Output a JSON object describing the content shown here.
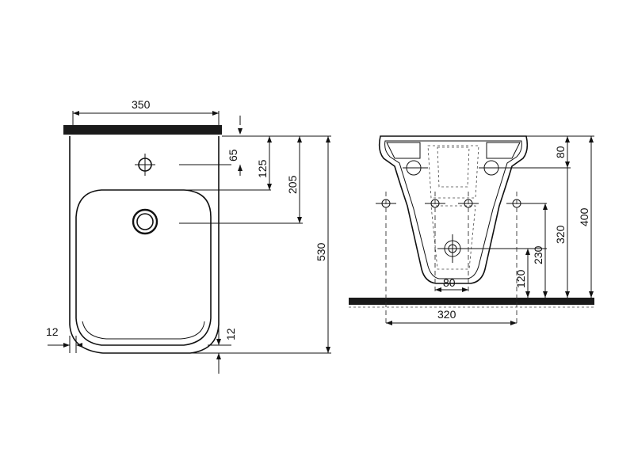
{
  "front_view": {
    "dim_width": "350",
    "dim_tap_hole": "65",
    "dim_rim_top": "125",
    "dim_drain": "205",
    "dim_depth": "530",
    "dim_gap_left": "12",
    "dim_gap_right": "12"
  },
  "side_view": {
    "dim_top": "80",
    "dim_height": "400",
    "dim_bolt_height": "320",
    "dim_drain_height": "230",
    "dim_waste_height": "120",
    "dim_waste_width": "80",
    "dim_bolt_spacing": "320"
  },
  "colors": {
    "line": "#111111",
    "wall": "#1a1a1a",
    "background": "#ffffff"
  }
}
